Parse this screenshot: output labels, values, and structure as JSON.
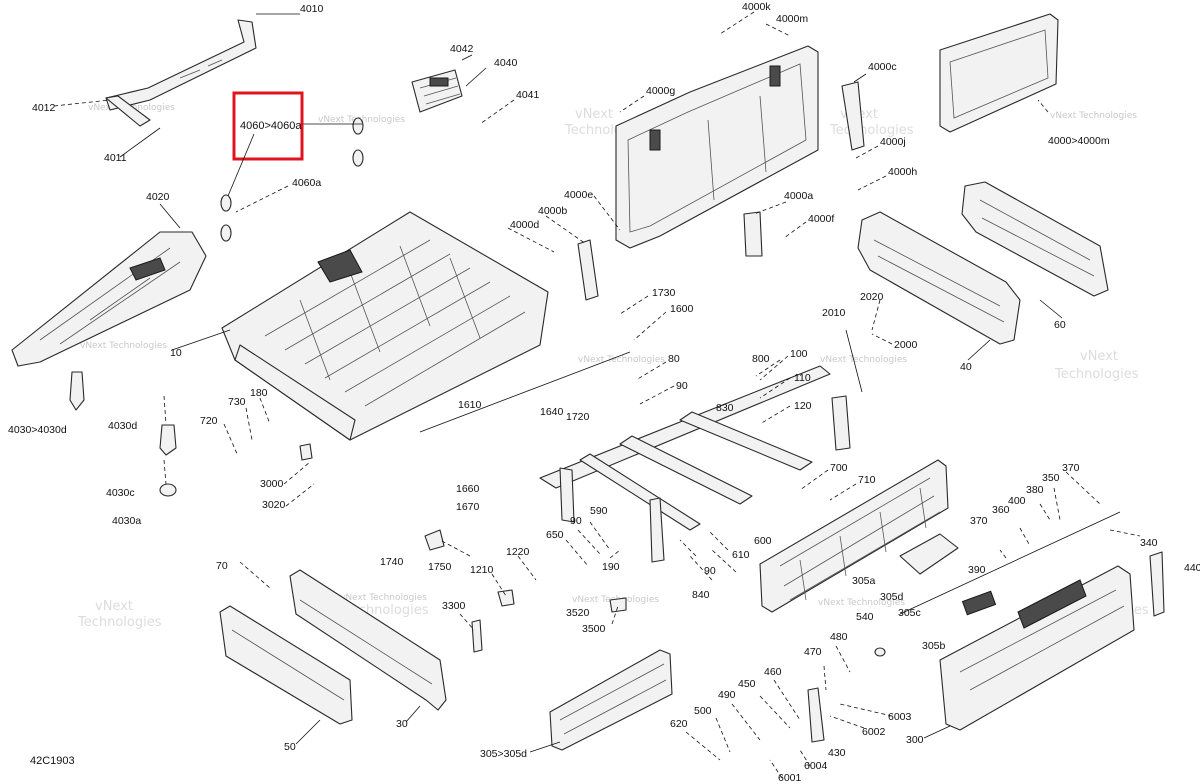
{
  "diagram_code": "42C1903",
  "highlight": {
    "label": "4060>4060a",
    "color": "#e0141e"
  },
  "watermark": {
    "line1": "vNext Technologies",
    "line2a": "vNext",
    "line2b": "Technologies"
  },
  "callouts": {
    "c4010": "4010",
    "c4012": "4012",
    "c4011": "4011",
    "c4042": "4042",
    "c4040": "4040",
    "c4041": "4041",
    "c4060a": "4060a",
    "c4020": "4020",
    "c10": "10",
    "c4030_4030d": "4030>4030d",
    "c4030d": "4030d",
    "c4030c": "4030c",
    "c4030a": "4030a",
    "c730": "730",
    "c180": "180",
    "c720": "720",
    "c3000": "3000",
    "c3020": "3020",
    "c4000k": "4000k",
    "c4000m": "4000m",
    "c4000g": "4000g",
    "c4000c": "4000c",
    "c4000_4000m": "4000>4000m",
    "c4000j": "4000j",
    "c4000h": "4000h",
    "c4000e": "4000e",
    "c4000b": "4000b",
    "c4000d": "4000d",
    "c4000a": "4000a",
    "c4000f": "4000f",
    "c60": "60",
    "c40": "40",
    "c1730": "1730",
    "c1600": "1600",
    "c2020": "2020",
    "c2010": "2010",
    "c2000": "2000",
    "c80": "80",
    "c800": "800",
    "c100": "100",
    "c110": "110",
    "c90a": "90",
    "c830": "830",
    "c120": "120",
    "c1610": "1610",
    "c1640": "1640",
    "c1720": "1720",
    "c1660": "1660",
    "c1670": "1670",
    "c700": "700",
    "c710": "710",
    "c590": "590",
    "c90b": "90",
    "c650": "650",
    "c190": "190",
    "c610": "610",
    "c600": "600",
    "c90c": "90",
    "c840": "840",
    "c1220": "1220",
    "c1740": "1740",
    "c1750": "1750",
    "c1210": "1210",
    "c70": "70",
    "c3300": "3300",
    "c3520": "3520",
    "c3500": "3500",
    "c350": "350",
    "c370a": "370",
    "c380": "380",
    "c400": "400",
    "c360": "360",
    "c370b": "370",
    "c340": "340",
    "c4400": "440",
    "c305a": "305a",
    "c305d": "305d",
    "c305c": "305c",
    "c390": "390",
    "c540": "540",
    "c305b": "305b",
    "c480": "480",
    "c470": "470",
    "c460": "460",
    "c450": "450",
    "c490": "490",
    "c500": "500",
    "c620": "620",
    "c6003": "6003",
    "c6002": "6002",
    "c430": "430",
    "c6004": "6004",
    "c6001": "6001",
    "c300": "300",
    "c305_305d": "305>305d",
    "c30": "30",
    "c50": "50"
  }
}
